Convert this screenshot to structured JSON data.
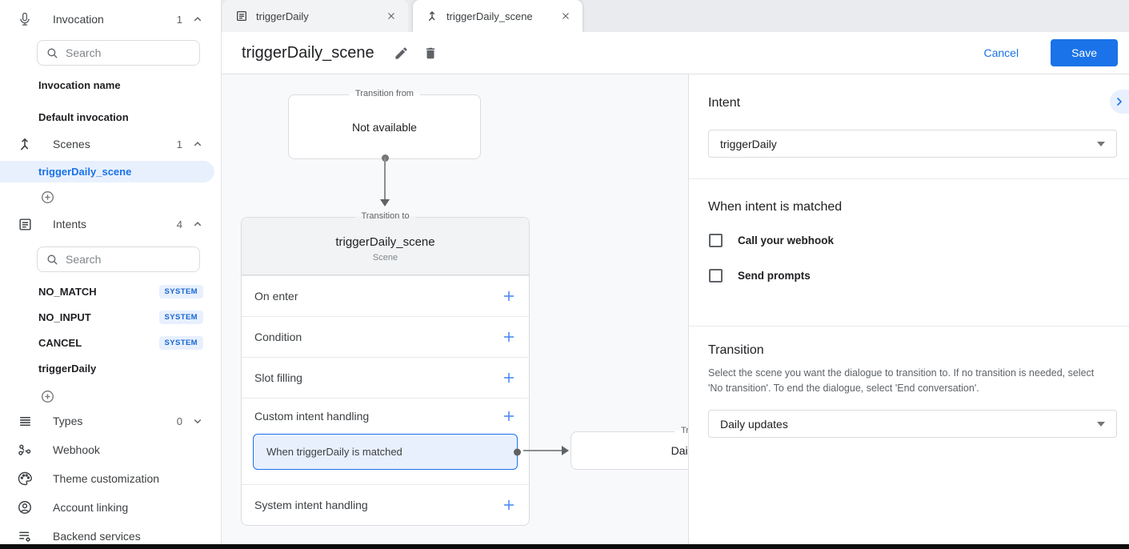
{
  "app": {
    "accent_color": "#1a73e8",
    "selected_item_bg": "#e8f0fe",
    "canvas_bg": "#f8f9fa"
  },
  "sidebar": {
    "invocation": {
      "label": "Invocation",
      "count": "1",
      "state": "expanded",
      "icon": "mic-icon",
      "search_placeholder": "Search",
      "items": [
        {
          "label": "Invocation name"
        },
        {
          "label": "Default invocation"
        }
      ]
    },
    "scenes": {
      "label": "Scenes",
      "count": "1",
      "state": "expanded",
      "icon": "scene-icon",
      "items": [
        {
          "label": "triggerDaily_scene",
          "selected": true
        }
      ]
    },
    "intents": {
      "label": "Intents",
      "count": "4",
      "state": "expanded",
      "icon": "intent-icon",
      "search_placeholder": "Search",
      "items": [
        {
          "label": "NO_MATCH",
          "badge": "SYSTEM"
        },
        {
          "label": "NO_INPUT",
          "badge": "SYSTEM"
        },
        {
          "label": "CANCEL",
          "badge": "SYSTEM"
        },
        {
          "label": "triggerDaily",
          "badge": ""
        }
      ]
    },
    "types": {
      "label": "Types",
      "count": "0",
      "state": "collapsed",
      "icon": "types-icon"
    },
    "links": [
      {
        "label": "Webhook",
        "icon": "webhook-icon"
      },
      {
        "label": "Theme customization",
        "icon": "theme-icon"
      },
      {
        "label": "Account linking",
        "icon": "account-icon"
      },
      {
        "label": "Backend services",
        "icon": "backend-icon"
      }
    ]
  },
  "tabs": [
    {
      "label": "triggerDaily",
      "icon": "intent-icon",
      "active": false
    },
    {
      "label": "triggerDaily_scene",
      "icon": "scene-icon",
      "active": true
    }
  ],
  "header": {
    "title": "triggerDaily_scene",
    "cancel_label": "Cancel",
    "save_label": "Save"
  },
  "canvas": {
    "transition_from": {
      "legend": "Transition from",
      "content": "Not available"
    },
    "scene_card": {
      "legend": "Transition to",
      "title": "triggerDaily_scene",
      "subtitle": "Scene",
      "rows": [
        {
          "label": "On enter"
        },
        {
          "label": "Condition"
        },
        {
          "label": "Slot filling"
        },
        {
          "label": "Custom intent handling",
          "child": "When triggerDaily is matched"
        },
        {
          "label": "System intent handling"
        }
      ]
    },
    "linked_card": {
      "legend": "Transition to",
      "content": "Daily updates"
    }
  },
  "panel": {
    "intent": {
      "heading": "Intent",
      "value": "triggerDaily"
    },
    "when_matched": {
      "heading": "When intent is matched",
      "checkboxes": [
        {
          "label": "Call your webhook",
          "checked": false
        },
        {
          "label": "Send prompts",
          "checked": false
        }
      ]
    },
    "transition": {
      "heading": "Transition",
      "description": "Select the scene you want the dialogue to transition to. If no transition is needed, select 'No transition'. To end the dialogue, select 'End conversation'.",
      "value": "Daily updates"
    }
  }
}
